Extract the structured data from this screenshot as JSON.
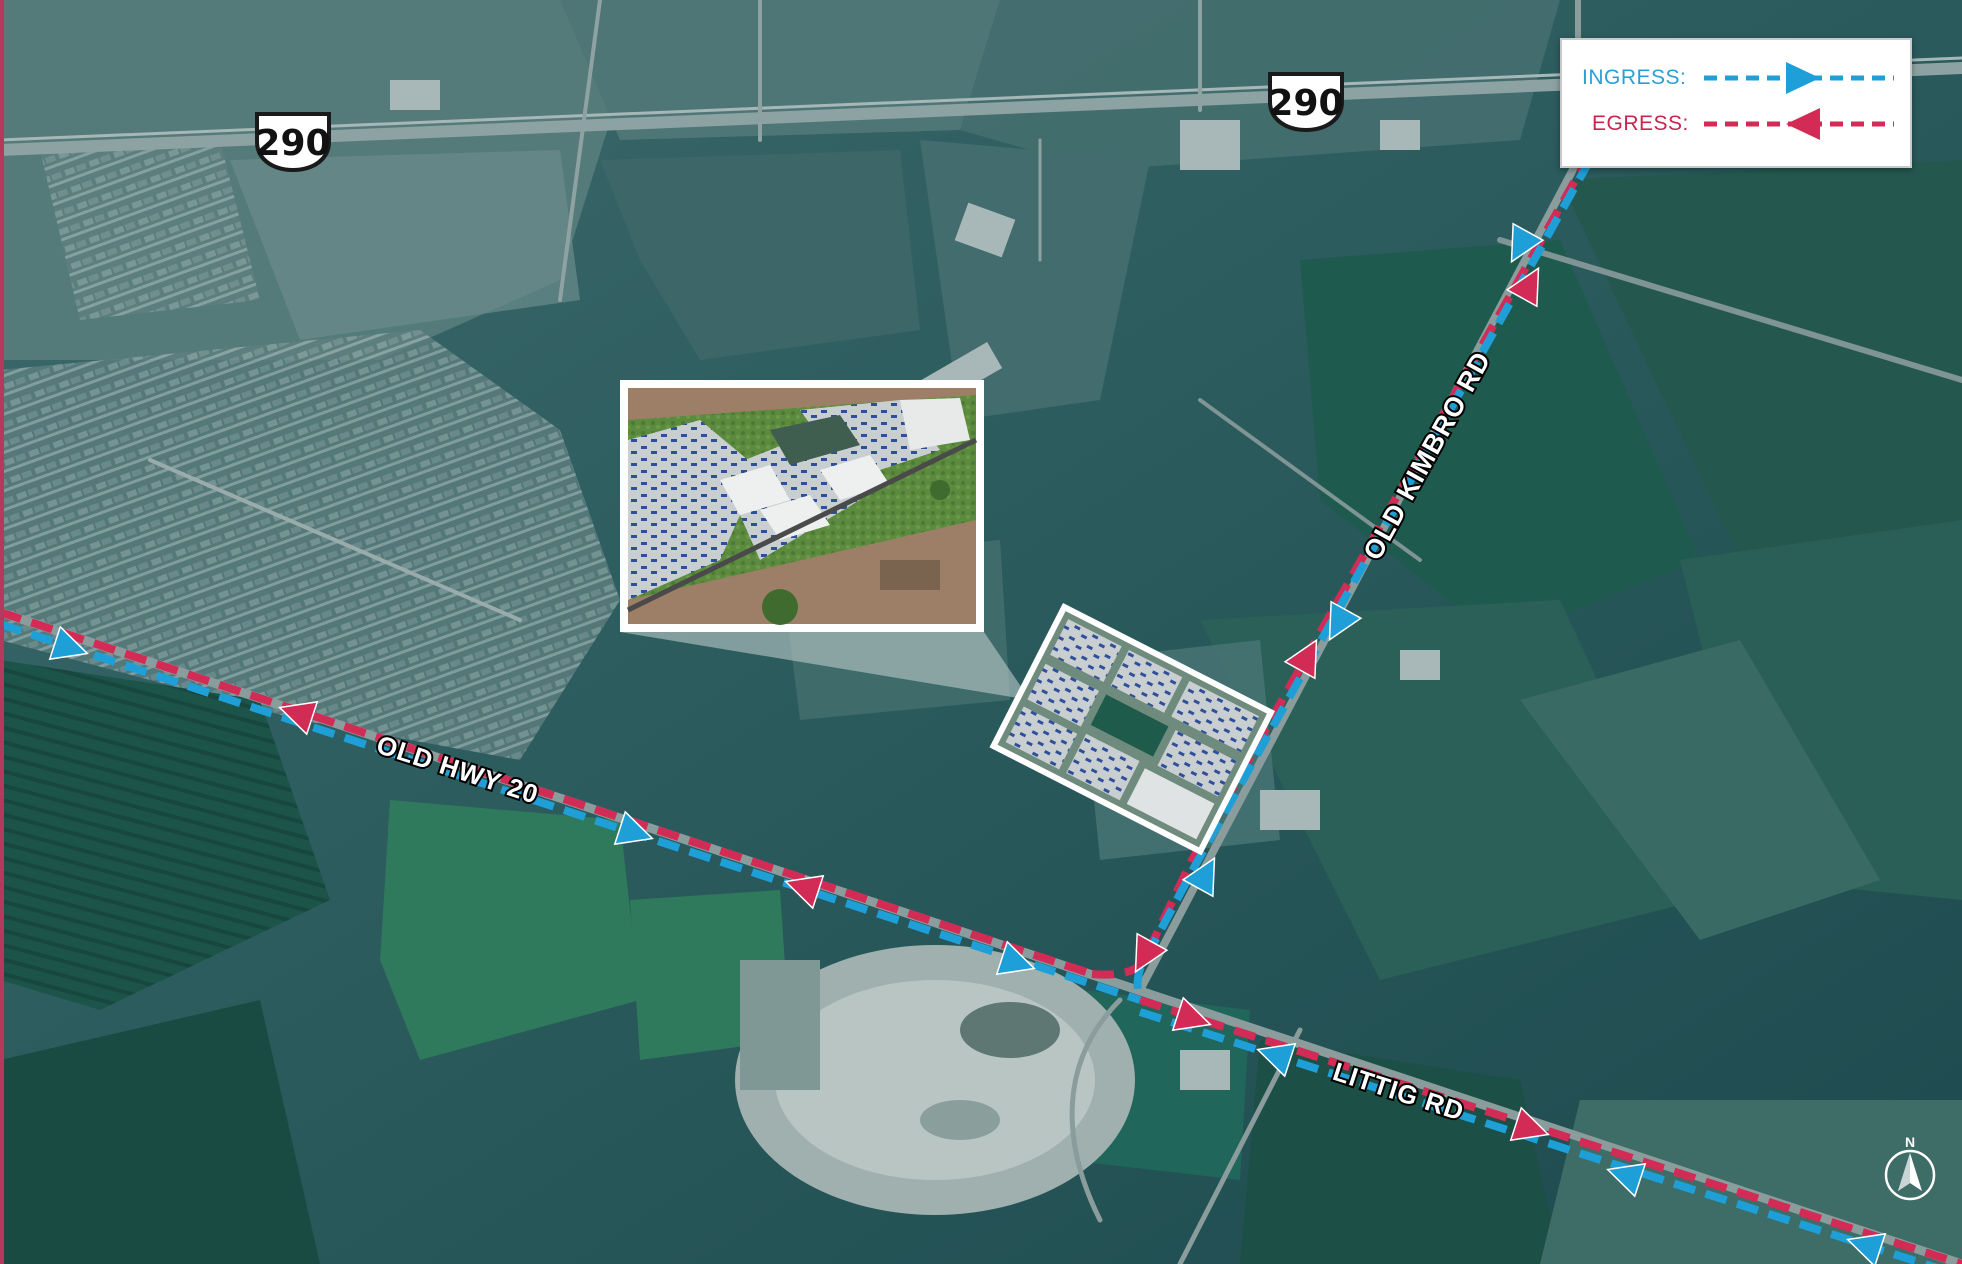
{
  "map": {
    "highway_shield_number": "290",
    "roads": {
      "old_hwy_20": "OLD HWY 20",
      "old_kimbro_rd": "OLD KIMBRO RD",
      "littig_rd": "LITTIG RD"
    },
    "colors": {
      "ingress": "#1f9fd8",
      "egress": "#d22b55",
      "legend_ingress_text": "#2a9fd6",
      "legend_egress_text": "#c8254f"
    },
    "compass_label": "N"
  },
  "legend": {
    "ingress_label": "INGRESS:",
    "egress_label": "EGRESS:"
  }
}
